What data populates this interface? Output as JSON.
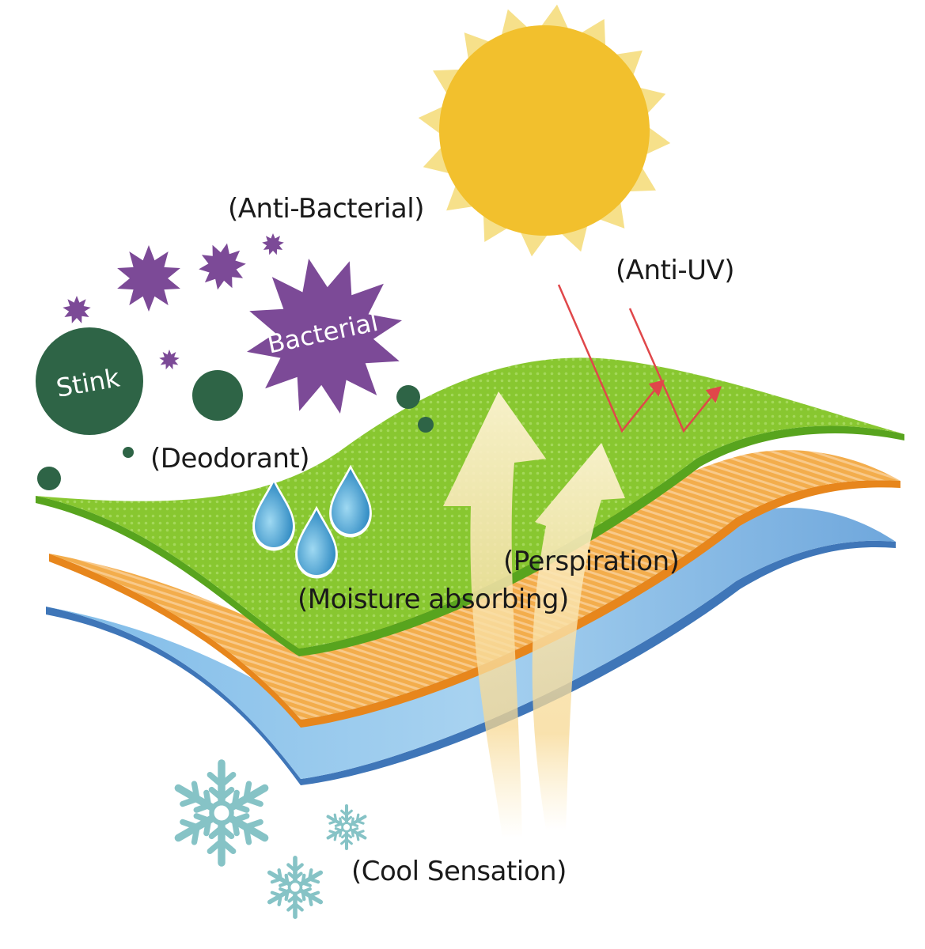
{
  "labels": {
    "anti_bacterial": "(Anti-Bacterial)",
    "anti_uv": "(Anti-UV)",
    "deodorant": "(Deodorant)",
    "perspiration": "(Perspiration)",
    "moisture_absorbing": "(Moisture absorbing)",
    "cool_sensation": "(Cool Sensation)"
  },
  "badges": {
    "stink": "Stink",
    "bacterial": "Bacterial"
  },
  "colors": {
    "top_layer": "#7cbf2a",
    "top_layer_edge": "#58a41e",
    "middle_layer": "#f0a23a",
    "middle_layer_edge": "#e7861c",
    "bottom_layer": "#7db7e6",
    "bottom_layer_edge": "#3f76b8",
    "sun": "#f2c02d",
    "sun_rays": "#f6e08a",
    "bacteria": "#7c4a97",
    "stink": "#2e6446",
    "water": "#3c9fd3",
    "snowflake": "#86c3c6",
    "uv_ray": "#e0474a",
    "perspiration_arrow": "#fbe6b0"
  },
  "icons": [
    "sun-icon",
    "bacteria-icon",
    "stink-particle-icon",
    "water-drop-icon",
    "snowflake-icon",
    "perspiration-arrow-icon",
    "uv-ray-icon"
  ]
}
